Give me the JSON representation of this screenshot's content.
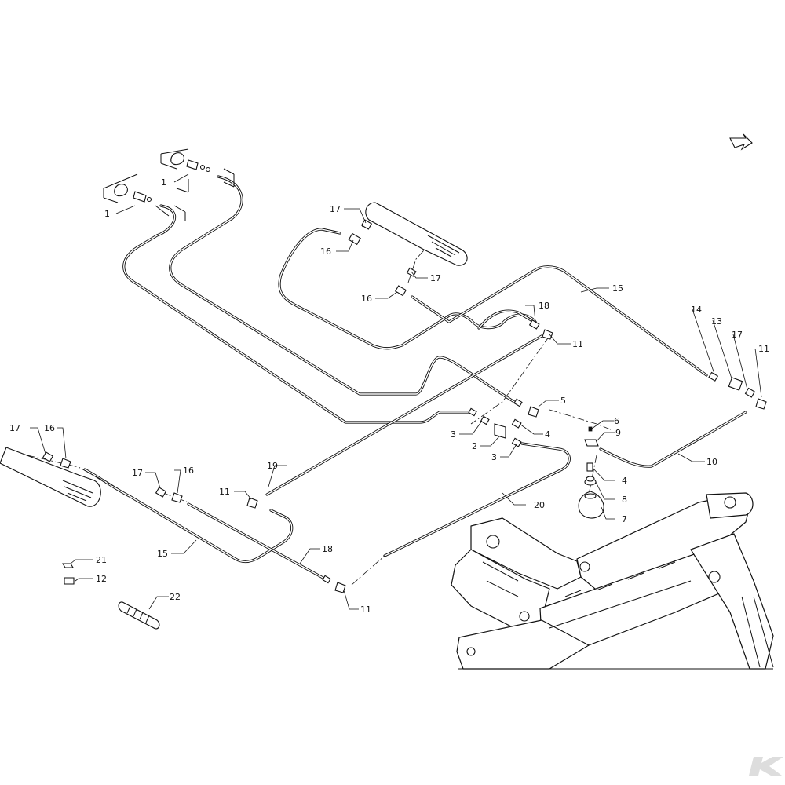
{
  "callouts": [
    {
      "id": "c1a",
      "text": "1"
    },
    {
      "id": "c1b",
      "text": "1"
    },
    {
      "id": "c17a",
      "text": "17"
    },
    {
      "id": "c16a",
      "text": "16"
    },
    {
      "id": "c17b",
      "text": "17"
    },
    {
      "id": "c16b",
      "text": "16"
    },
    {
      "id": "c15a",
      "text": "15"
    },
    {
      "id": "c18a",
      "text": "18"
    },
    {
      "id": "c11a",
      "text": "11"
    },
    {
      "id": "c14",
      "text": "14"
    },
    {
      "id": "c13",
      "text": "13"
    },
    {
      "id": "c17c",
      "text": "17"
    },
    {
      "id": "c11b",
      "text": "11"
    },
    {
      "id": "c5",
      "text": "5"
    },
    {
      "id": "c6",
      "text": "6"
    },
    {
      "id": "c9",
      "text": "9"
    },
    {
      "id": "c3a",
      "text": "3"
    },
    {
      "id": "c4a",
      "text": "4"
    },
    {
      "id": "c2",
      "text": "2"
    },
    {
      "id": "c3b",
      "text": "3"
    },
    {
      "id": "c10",
      "text": "10"
    },
    {
      "id": "c4b",
      "text": "4"
    },
    {
      "id": "c8",
      "text": "8"
    },
    {
      "id": "c7",
      "text": "7"
    },
    {
      "id": "c17d",
      "text": "17"
    },
    {
      "id": "c16c",
      "text": "16"
    },
    {
      "id": "c17e",
      "text": "17"
    },
    {
      "id": "c16d",
      "text": "16"
    },
    {
      "id": "c19",
      "text": "19"
    },
    {
      "id": "c11c",
      "text": "11"
    },
    {
      "id": "c20",
      "text": "20"
    },
    {
      "id": "c15b",
      "text": "15"
    },
    {
      "id": "c18b",
      "text": "18"
    },
    {
      "id": "c11d",
      "text": "11"
    },
    {
      "id": "c21",
      "text": "21"
    },
    {
      "id": "c12",
      "text": "12"
    },
    {
      "id": "c22",
      "text": "22"
    }
  ],
  "icons": {
    "direction": "direction-arrow-icon",
    "brand": "brand-logo-icon"
  },
  "colors": {
    "line": "#111111",
    "background": "#ffffff",
    "logo": "#dddddd"
  }
}
